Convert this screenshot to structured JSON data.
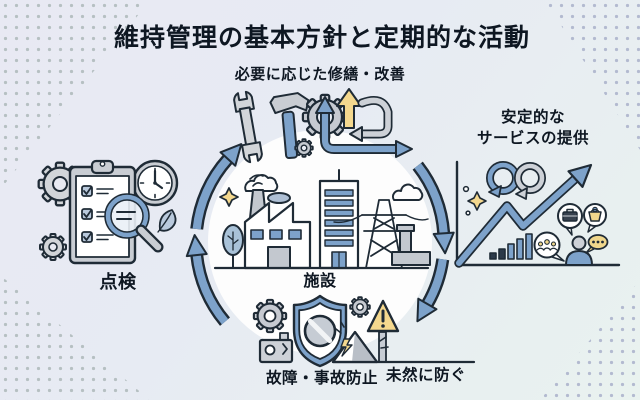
{
  "title": "維持管理の基本方針と定期的な活動",
  "cycle": {
    "top_label": "必要に応じた修繕・改善",
    "center_label": "施設",
    "bottom_label": "故障・事故防止",
    "bottom_right_label": "未然に防ぐ"
  },
  "left_block": {
    "label": "点検"
  },
  "right_block": {
    "label_line1": "安定的な",
    "label_line2": "サービスの提供"
  },
  "colors": {
    "background_from": "#e8e9f3",
    "background_to": "#e9f2ef",
    "accent_blue": "#7da2ca",
    "accent_yellow": "#f4d88e",
    "icon_gray": "#cdd1d7",
    "outline": "#1f2b36",
    "text": "#0e1722",
    "dot_left": "#b6c0c2",
    "dot_right": "#b3bad0"
  },
  "icons": [
    "gear-icon",
    "clipboard-checklist-icon",
    "magnifier-icon",
    "clock-icon",
    "leaf-icon",
    "wrench-icon",
    "hammer-icon",
    "up-arrow-icon",
    "hook-arrow-icon",
    "cycle-arrow-icon",
    "factory-icon",
    "building-icon",
    "pylon-icon",
    "pipe-icon",
    "tree-icon",
    "cloud-icon",
    "sparkle-icon",
    "shield-icon",
    "no-entry-icon",
    "machine-icon",
    "warning-triangle-icon",
    "mountain-icon",
    "lightning-icon",
    "growth-arrow-icon",
    "bar-chart-icon",
    "infinity-loop-icon",
    "person-icon",
    "people-bubble-icon",
    "briefcase-bubble-icon",
    "basket-bubble-icon",
    "chat-dots-bubble-icon"
  ]
}
